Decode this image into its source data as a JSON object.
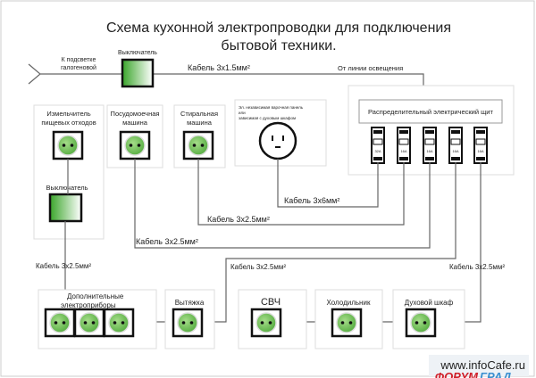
{
  "title": {
    "line1": "Схема кухонной электропроводки для подключения",
    "line2": "бытовой техники."
  },
  "top": {
    "halogen_label_1": "К подсветке",
    "halogen_label_2": "галогеновой",
    "switch_label": "Выключатель",
    "cable_label": "Кабель 3x1.5мм²",
    "lighting_label": "От линии освещения"
  },
  "panel": {
    "label": "Распределительный электрический щит",
    "breakers": [
      "32А",
      "16А",
      "16А",
      "16А",
      "16А"
    ]
  },
  "appliances": {
    "chopper": [
      "Измельчитель",
      "пищевых отходов"
    ],
    "chopper_switch": "Выключатель",
    "dishwasher": [
      "Посудомоечная",
      "машина"
    ],
    "washer": [
      "Стиральная",
      "машина"
    ],
    "stove": [
      "Эл. независимая варочная панель",
      "или",
      "зависимая с духовым шкафом"
    ],
    "additional": [
      "Дополнительные",
      "электроприборы"
    ],
    "hood": "Вытяжка",
    "microwave": "СВЧ",
    "fridge": "Холодильник",
    "oven": "Духовой шкаф"
  },
  "cables": {
    "stove": "Кабель 3x6мм²",
    "washer": "Кабель 3x2.5мм²",
    "dishwasher": "Кабель 3x2.5мм²",
    "left": "Кабель 3x2.5мм²",
    "hood": "Кабель 3x2.5мм²",
    "oven": "Кабель 3x2.5мм²"
  },
  "watermark": {
    "site": "www.infoCafe.ru",
    "forum_1": "ФОРУМ",
    "forum_2": "ГРАД"
  },
  "colors": {
    "socket_green": "#6cc04a",
    "watermark_red": "#d0202a",
    "watermark_blue": "#3a8fd0"
  }
}
